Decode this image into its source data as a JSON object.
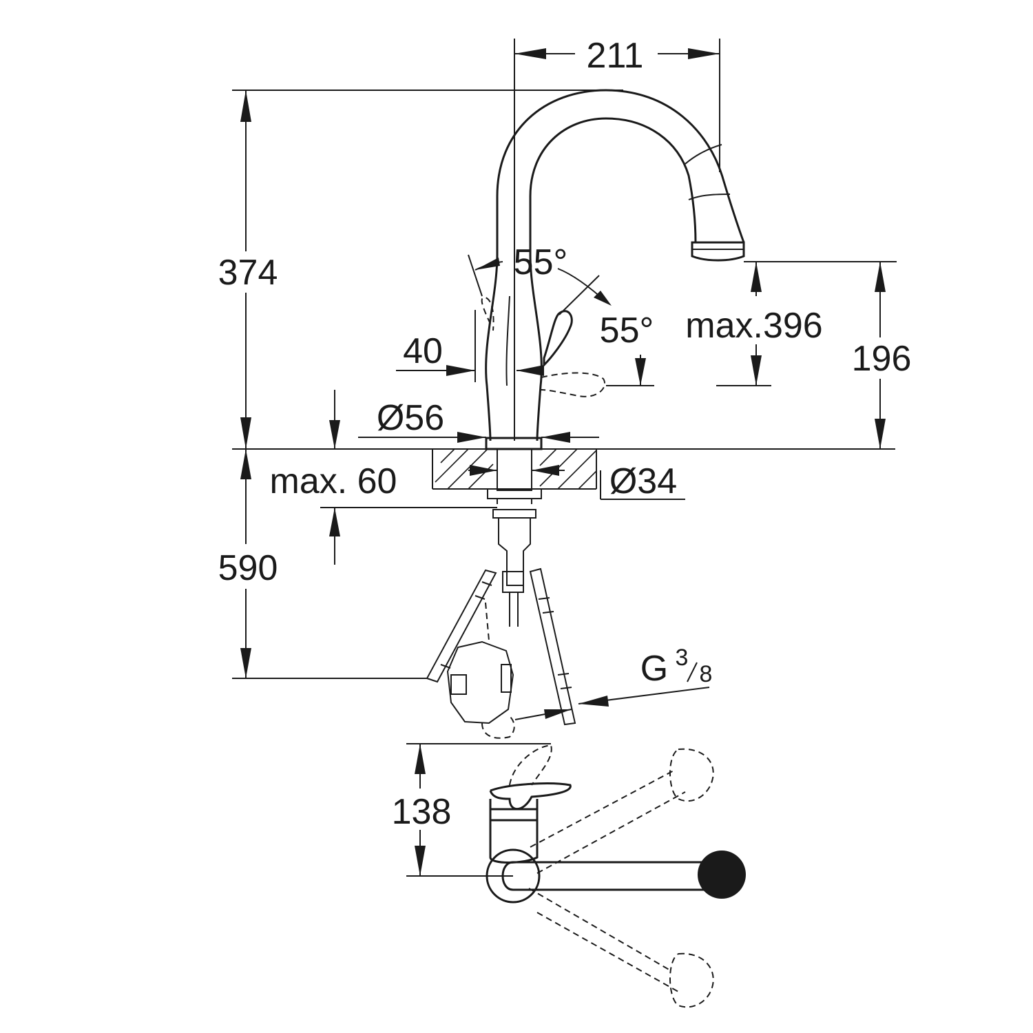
{
  "dimensions": {
    "width_211": "211",
    "height_374": "374",
    "angle_left": "55°",
    "angle_right": "55°",
    "spout_max": "max.396",
    "height_196": "196",
    "handle_40": "40",
    "base_diameter": "Ø56",
    "deck_max": "max. 60",
    "hole_diameter": "Ø34",
    "hose_590": "590",
    "thread_g": "G",
    "thread_num": "3",
    "thread_den": "8",
    "side_138": "138"
  }
}
